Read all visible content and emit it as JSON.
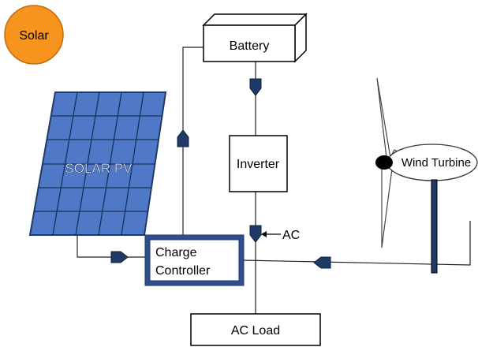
{
  "diagram": {
    "badge": {
      "label": "Solar",
      "color": "#f7941d"
    },
    "battery": {
      "label": "Battery"
    },
    "inverter": {
      "label": "Inverter"
    },
    "solar_panel": {
      "label": "SOLAR PV",
      "color": "#4f79c6"
    },
    "charge_controller": {
      "line1": "Charge",
      "line2": "Controller",
      "border_color": "#2f4d8f"
    },
    "ac_load": {
      "label": "AC Load"
    },
    "ac_marker": {
      "label": "AC"
    },
    "wind_turbine": {
      "label": "Wind Turbine"
    },
    "connector_color": "#1f3a66"
  }
}
